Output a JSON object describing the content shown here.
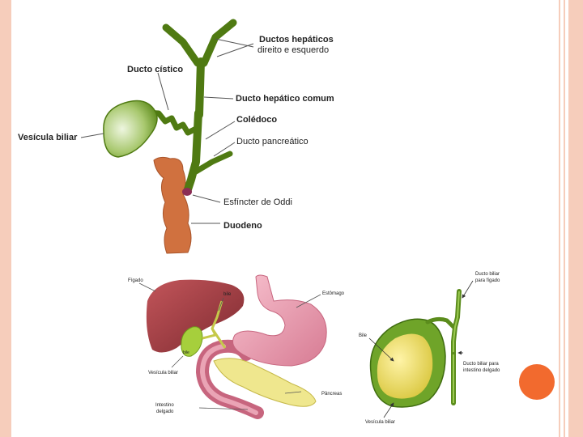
{
  "slide": {
    "accent_border": "#f6cdbb",
    "accent_circle": "#f26a2e"
  },
  "diagram1": {
    "labels": {
      "hepatic_ducts": "Ductos hepáticos",
      "hepatic_ducts_2": "direito e esquerdo",
      "cystic_duct": "Ducto cístico",
      "common_hepatic": "Ducto hepático comum",
      "choledoch": "Colédoco",
      "pancreatic": "Ducto pancreático",
      "gallbladder": "Vesícula biliar",
      "oddi": "Esfíncter de Oddi",
      "duodenum": "Duodeno"
    }
  },
  "diagram2": {
    "labels": {
      "liver": "Fígado",
      "bile": "bile",
      "stomach": "Estômago",
      "gallbladder_inner": "bile",
      "gallbladder": "Vesícula biliar",
      "pancreas": "Pâncreas",
      "intestine_1": "Intestino",
      "intestine_2": "delgado"
    }
  },
  "diagram3": {
    "labels": {
      "duct_top_1": "Ducto biliar",
      "duct_top_2": "para fígado",
      "bile": "Bile",
      "duct_bottom_1": "Ducto biliar para",
      "duct_bottom_2": "intestino delgado",
      "gallbladder": "Vesícula biliar"
    }
  }
}
